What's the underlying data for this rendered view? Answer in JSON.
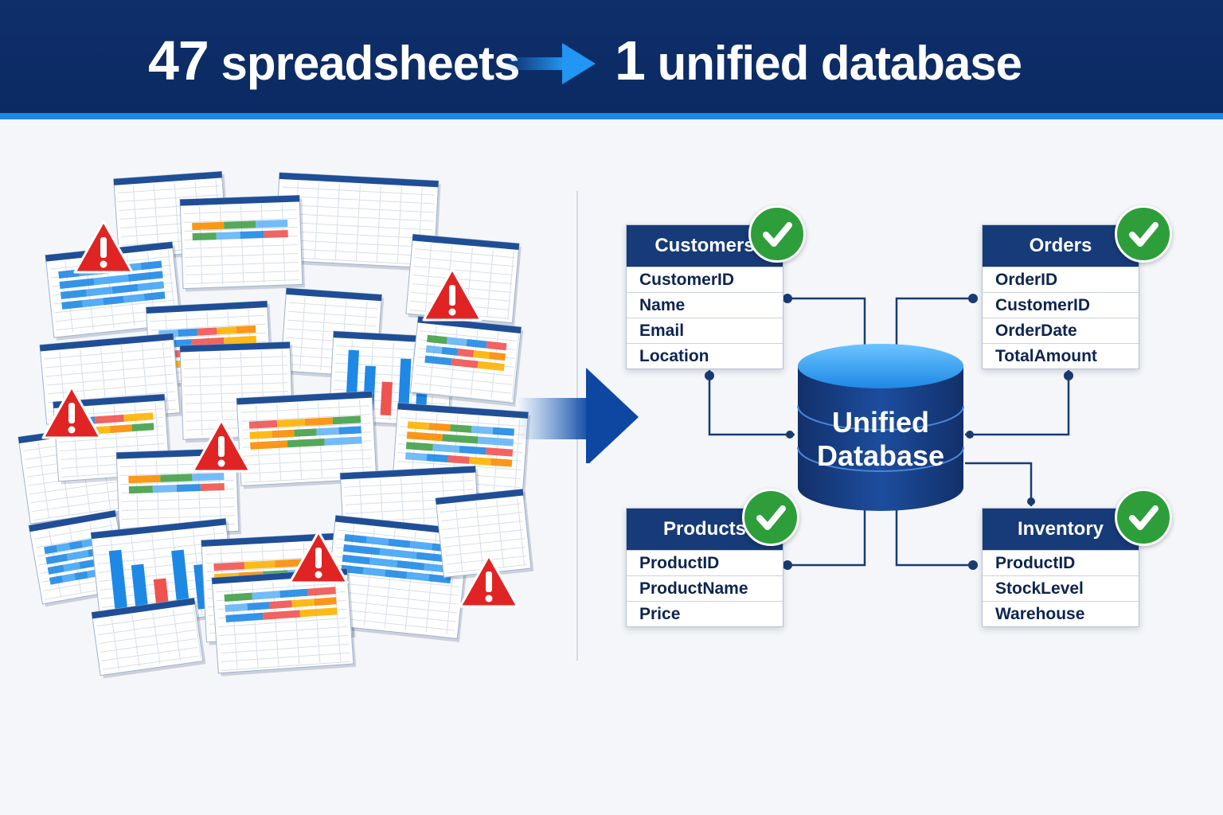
{
  "headline": {
    "left_number": "47",
    "left_text": "spreadsheets",
    "right_number": "1",
    "right_text": "unified database"
  },
  "colors": {
    "banner": "#0b2a63",
    "accent": "#1e88e5",
    "table_header": "#173a78",
    "check": "#2e9e3b",
    "warning": "#e02424"
  },
  "database": {
    "label_line1": "Unified",
    "label_line2": "Database"
  },
  "tables": {
    "customers": {
      "title": "Customers",
      "fields": [
        "CustomerID",
        "Name",
        "Email",
        "Location"
      ]
    },
    "orders": {
      "title": "Orders",
      "fields": [
        "OrderID",
        "CustomerID",
        "OrderDate",
        "TotalAmount"
      ]
    },
    "products": {
      "title": "Products",
      "fields": [
        "ProductID",
        "ProductName",
        "Price"
      ]
    },
    "inventory": {
      "title": "Inventory",
      "fields": [
        "ProductID",
        "StockLevel",
        "Warehouse"
      ]
    }
  },
  "icons": {
    "warning": "warning-triangle-icon",
    "check": "check-circle-icon",
    "database": "database-cylinder-icon",
    "arrow": "arrow-right-icon"
  }
}
